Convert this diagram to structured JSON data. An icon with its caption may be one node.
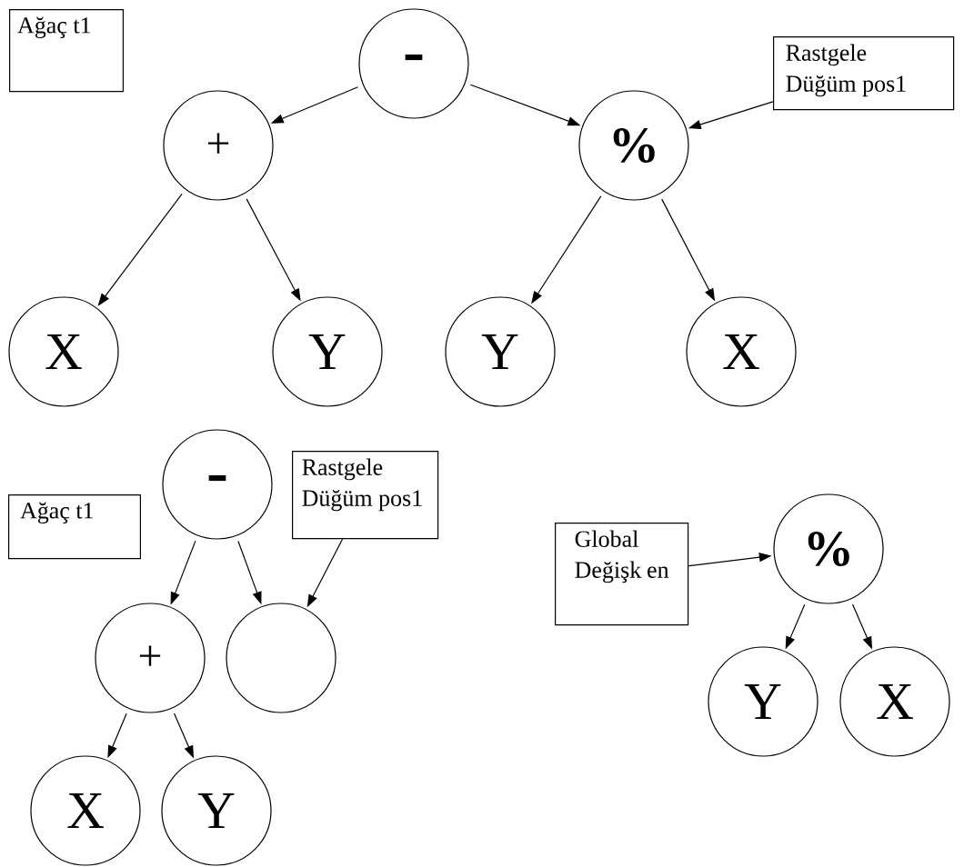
{
  "diagram": {
    "nodes": [
      {
        "text": [
          "Ağaç t1"
        ]
      },
      {
        "text": [
          "-"
        ]
      },
      {
        "text": [
          "Rastgele Düğüm pos1"
        ]
      },
      {
        "text": [
          "+"
        ]
      },
      {
        "text": [
          "%"
        ]
      },
      {
        "text": [
          "X"
        ]
      },
      {
        "text": [
          "Y"
        ]
      },
      {
        "text": [
          "Y"
        ]
      },
      {
        "text": [
          "X"
        ]
      },
      {
        "text": [
          "Ağaç t1"
        ]
      },
      {
        "text": [
          "-"
        ]
      },
      {
        "text": [
          "Rastgele Düğüm pos1"
        ]
      },
      {
        "text": [
          "Global Değişk en"
        ]
      },
      {
        "text": [
          "%"
        ]
      },
      {
        "text": [],
        "shape": "circle"
      },
      {
        "text": [
          "+"
        ]
      },
      {
        "text": [
          "X"
        ]
      },
      {
        "text": [
          "Y"
        ]
      },
      {
        "text": [
          "Y"
        ]
      },
      {
        "text": [
          "X"
        ]
      }
    ],
    "edges": [
      {
        "from": 1,
        "to": 3,
        "arrow": "to"
      },
      {
        "from": 1,
        "to": 4,
        "arrow": "to"
      },
      {
        "from": 2,
        "to": 4,
        "arrow": "to"
      },
      {
        "from": 3,
        "to": 5,
        "arrow": "to"
      },
      {
        "from": 3,
        "to": 6,
        "arrow": "to"
      },
      {
        "from": 4,
        "to": 7,
        "arrow": "to"
      },
      {
        "from": 4,
        "to": 8,
        "arrow": "to"
      },
      {
        "from": 10,
        "to": 15,
        "arrow": "to"
      },
      {
        "from": 10,
        "to": 14,
        "arrow": "to"
      },
      {
        "from": 11,
        "to": 14,
        "arrow": "to"
      },
      {
        "from": 15,
        "to": 16,
        "arrow": "to"
      },
      {
        "from": 15,
        "to": 17,
        "arrow": "to"
      },
      {
        "from": 12,
        "to": 13,
        "arrow": "to"
      },
      {
        "from": 13,
        "to": 18,
        "arrow": "to"
      },
      {
        "from": 13,
        "to": 19,
        "arrow": "to"
      }
    ]
  }
}
